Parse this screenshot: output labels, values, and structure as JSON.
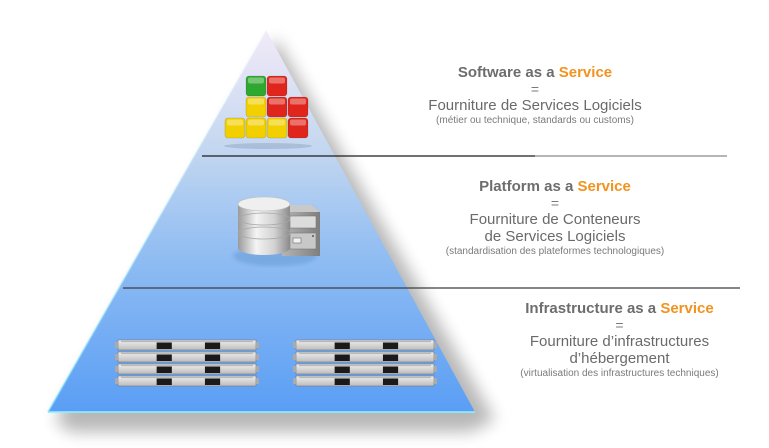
{
  "diagram": {
    "title": "Cloud service models pyramid",
    "accent_color": "#f2931f",
    "layers": [
      {
        "id": "saas",
        "title_prefix": "Software as a ",
        "title_accent": "Service",
        "equals": "=",
        "description_lines": [
          "Fourniture de Services Logiciels"
        ],
        "note": "(métier ou technique, standards ou customs)",
        "icon": "colored-blocks-icon"
      },
      {
        "id": "paas",
        "title_prefix": "Platform as a ",
        "title_accent": "Service",
        "equals": "=",
        "description_lines": [
          "Fourniture de Conteneurs",
          "de Services Logiciels"
        ],
        "note": "(standardisation des plateformes technologiques)",
        "icon": "database-server-icon"
      },
      {
        "id": "iaas",
        "title_prefix": "Infrastructure as a ",
        "title_accent": "Service",
        "equals": "=",
        "description_lines": [
          "Fourniture d’infrastructures",
          "d’hébergement"
        ],
        "note": "(virtualisation des infrastructures techniques)",
        "icon": "rack-servers-icon"
      }
    ],
    "blocks": {
      "colors": {
        "green": "#2fa82f",
        "red": "#e0261c",
        "yellow": "#f2d000"
      }
    }
  }
}
